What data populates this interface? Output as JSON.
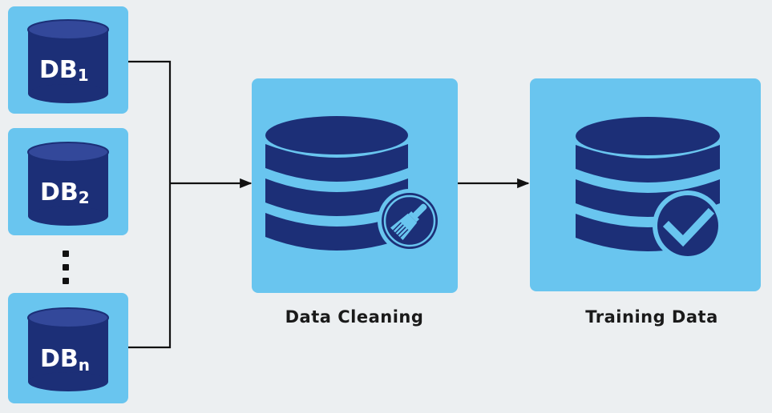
{
  "sources": [
    {
      "label": "DB",
      "subscript": "1"
    },
    {
      "label": "DB",
      "subscript": "2"
    },
    {
      "label": "DB",
      "subscript": "n"
    }
  ],
  "ellipsis": "⋮",
  "stages": {
    "cleaning": {
      "label": "Data Cleaning",
      "icon": "brush-icon"
    },
    "training": {
      "label": "Training Data",
      "icon": "checkmark-icon"
    }
  },
  "colors": {
    "box": "#69c5ef",
    "database": "#1c2f77",
    "background": "#eceff1",
    "connector": "#111111"
  }
}
